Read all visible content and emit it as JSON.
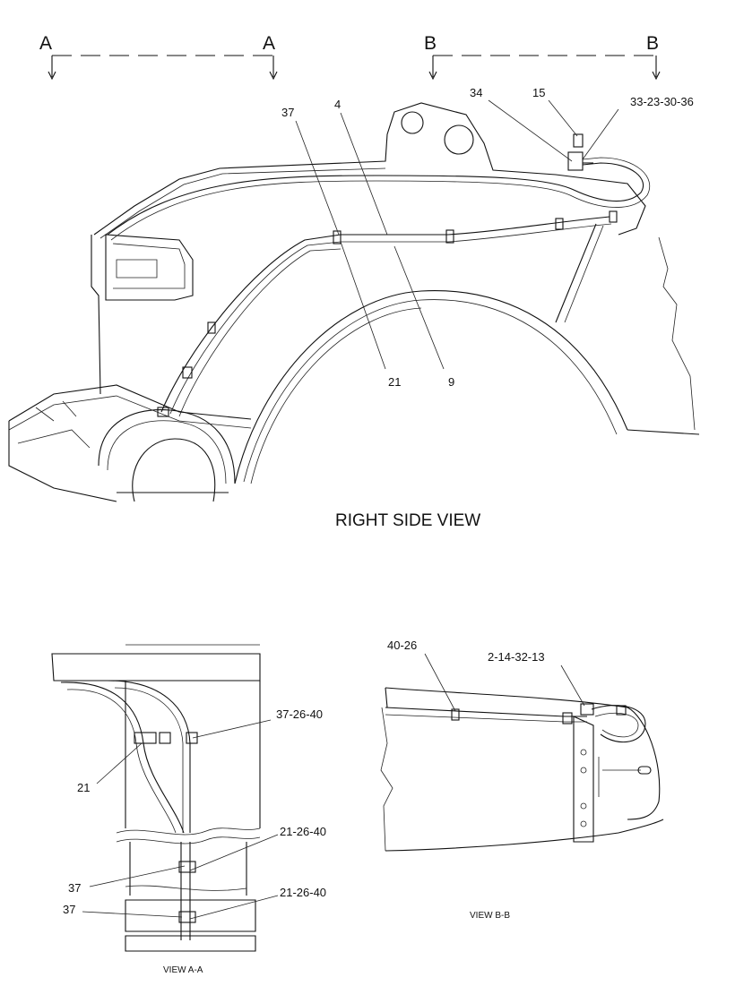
{
  "section_markers": {
    "a_left": "A",
    "a_right": "A",
    "b_left": "B",
    "b_right": "B"
  },
  "side_view": {
    "title": "RIGHT SIDE VIEW",
    "callouts": {
      "c37": "37",
      "c4": "4",
      "c34": "34",
      "c15": "15",
      "c33": "33-23-30-36",
      "c21": "21",
      "c9": "9"
    }
  },
  "view_a": {
    "title": "VIEW A-A",
    "callouts": {
      "c37_26_40": "37-26-40",
      "c21": "21",
      "c21_26_40_a": "21-26-40",
      "c37_a": "37",
      "c21_26_40_b": "21-26-40",
      "c37_b": "37"
    }
  },
  "view_b": {
    "title": "VIEW B-B",
    "callouts": {
      "c40_26": "40-26",
      "c2_14": "2-14-32-13"
    }
  }
}
